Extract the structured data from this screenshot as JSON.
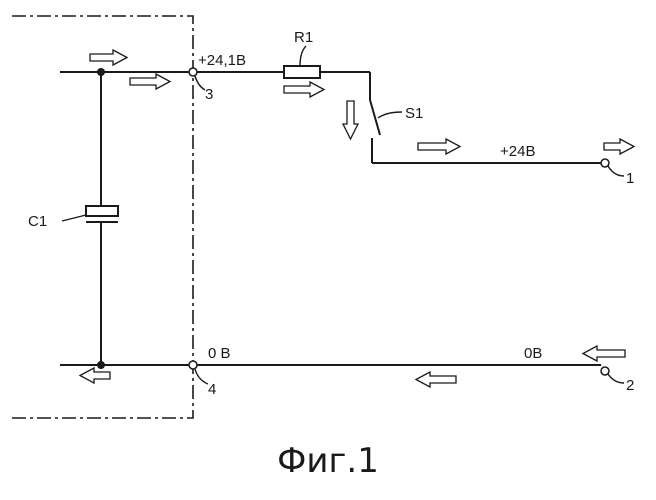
{
  "labels": {
    "r1": "R1",
    "s1": "S1",
    "c1": "C1",
    "v_node3": "+24,1В",
    "v_out": "+24В",
    "v_node4": "0 В",
    "v_right": "0В",
    "n1": "1",
    "n2": "2",
    "n3": "3",
    "n4": "4"
  },
  "caption": "Фиг.1"
}
